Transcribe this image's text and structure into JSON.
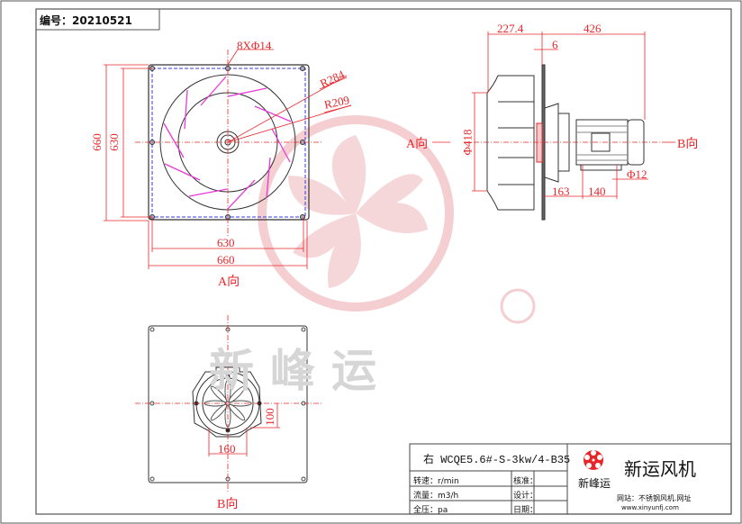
{
  "drawing_number": {
    "label": "编号：",
    "value": "20210521"
  },
  "watermark": {
    "brand_text": "新峰运",
    "registered_mark": "®",
    "color": "#f3c9cb"
  },
  "plan_view": {
    "hole_note": "8XΦ14",
    "radius_outer": "R284",
    "radius_inner": "R209",
    "dim_outer_vertical": "660",
    "dim_inner_vertical": "630",
    "dim_inner_horizontal": "630",
    "dim_outer_horizontal": "660",
    "view_label": "A向"
  },
  "side_view": {
    "dim_impeller_length": "227.4",
    "dim_motor_length": "426",
    "dim_plate": "6",
    "dim_diameter": "Φ418",
    "dim_foot_offset": "163",
    "dim_foot_spacing": "140",
    "dim_foot_hole": "Φ12",
    "label_a": "A向",
    "label_b": "B向"
  },
  "rear_view": {
    "dim_width": "160",
    "dim_height": "100",
    "view_label": "B向"
  },
  "title_block": {
    "model": "右  WCQE5.6#-S-3kw/4-B35",
    "rows": [
      {
        "label": "转速：r/min",
        "sign_label": "核准："
      },
      {
        "label": "流量：m3/h",
        "sign_label": "设计："
      },
      {
        "label": "全压：pa",
        "sign_label": "日期："
      }
    ],
    "logo_text": "新峰运",
    "company": "新运风机",
    "website_label": "网站：不锈钢风机.网址",
    "website_url": "www.xinyunfj.com",
    "logo_color": "#e8262a"
  },
  "colors": {
    "dimension": "#e8262a",
    "blades": "#e83ad8",
    "flange": "#3a3ad8",
    "outline": "#333333"
  }
}
